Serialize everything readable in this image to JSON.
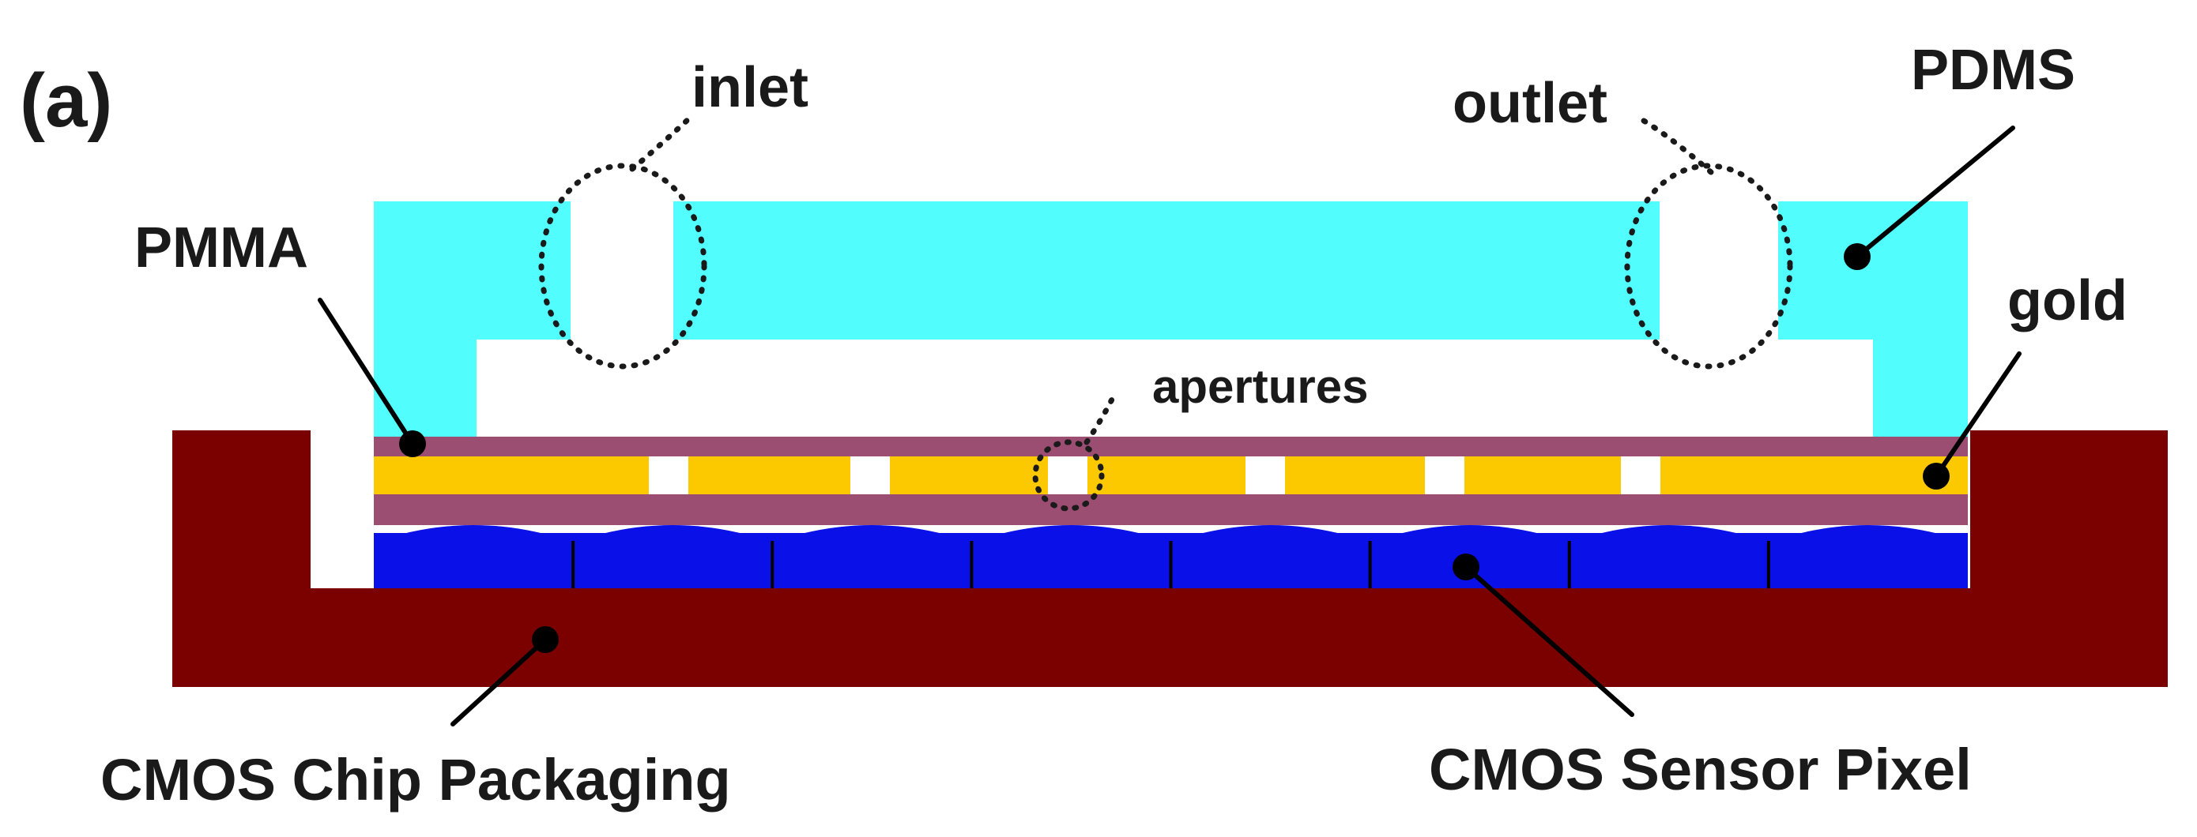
{
  "panel_label": "(a)",
  "labels": {
    "inlet": "inlet",
    "outlet": "outlet",
    "pdms": "PDMS",
    "pmma": "PMMA",
    "gold": "gold",
    "apertures": "apertures",
    "cmos_packaging": "CMOS Chip Packaging",
    "cmos_pixel": "CMOS Sensor Pixel"
  },
  "colors": {
    "pdms": "#52fdfd",
    "packaging": "#7b0000",
    "gold": "#fcc800",
    "pmma": "#9b4d72",
    "pixel": "#0a10e8",
    "lens_highlight": "#1f3ff2",
    "leader": "#000000"
  },
  "pixel_count": 8,
  "aperture_count": 6
}
